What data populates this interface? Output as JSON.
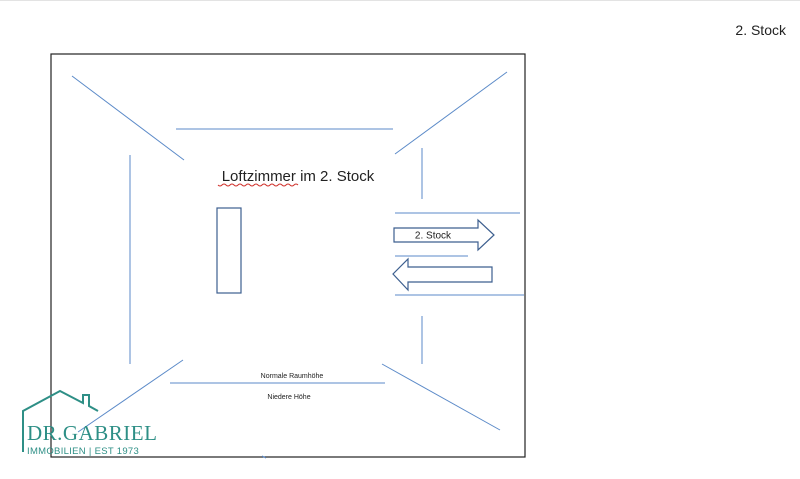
{
  "header": {
    "floor_label": "2. Stock"
  },
  "diagram": {
    "room_title": "Loftzimmer im 2. Stock",
    "arrow_label": "2. Stock",
    "legend_normal": "Normale Raumhöhe",
    "legend_low": "Niedere Höhe"
  },
  "logo": {
    "name": "DR.GABRIEL",
    "tagline": "IMMOBILIEN | EST 1973"
  },
  "colors": {
    "outline": "#222222",
    "line_blue": "#5b8ac8",
    "shape_blue": "#3d5f8f",
    "logo_teal": "#2e8f86"
  }
}
